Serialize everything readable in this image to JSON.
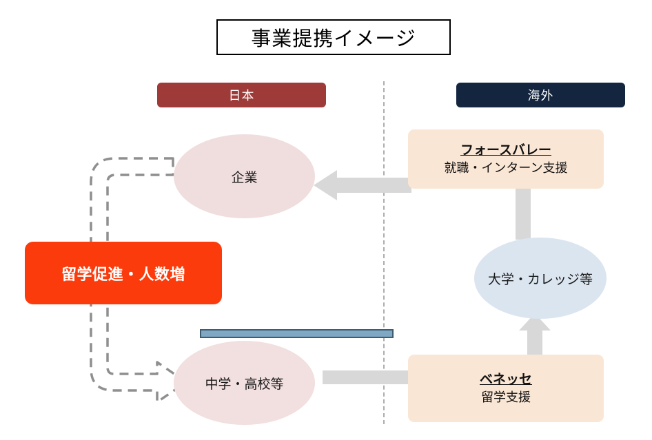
{
  "title": {
    "text": "事業提携イメージ"
  },
  "regions": {
    "japan": {
      "label": "日本",
      "color": "#9e3b38"
    },
    "overseas": {
      "label": "海外",
      "color": "#13253f"
    }
  },
  "nodes": {
    "company": {
      "label": "企業",
      "color": "#f0dede"
    },
    "school": {
      "label": "中学・高校等",
      "color": "#f2dfdf"
    },
    "university": {
      "label": "大学・カレッジ等",
      "color": "#dbe5f0"
    },
    "highlight": {
      "label": "留学促進・人数増",
      "color": "#fb3b0c"
    }
  },
  "partners": {
    "four_valley": {
      "name": "フォースバレー",
      "description": "就職・インターン支援",
      "color": "#fae6d5"
    },
    "benesse": {
      "name": "ベネッセ",
      "description": "留学支援",
      "color": "#fae6d5"
    }
  },
  "connectors": {
    "divider_color": "#adadad",
    "gray_color": "#d8d8d8",
    "blue_bar_fill": "#7fa8c4",
    "blue_bar_border": "#3f5d70",
    "dashed_loop_color": "#8f8f8f"
  }
}
